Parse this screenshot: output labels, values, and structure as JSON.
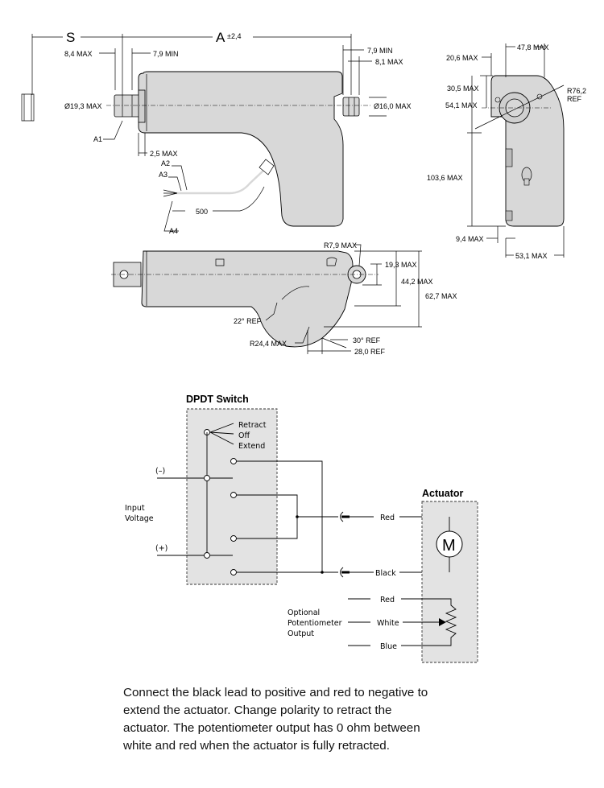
{
  "drawing": {
    "dim_S": "S",
    "dim_A": "A",
    "dim_A_tol": "±2,4",
    "d_8_4_max": "8,4 MAX",
    "d_7_9_min_left": "7,9 MIN",
    "d_7_9_min_right": "7,9 MIN",
    "d_8_1_max": "8,1 MAX",
    "d_dia_19_3": "Ø19,3 MAX",
    "d_dia_16_0": "Ø16,0 MAX",
    "d_2_5_max": "2,5 MAX",
    "label_A1": "A1",
    "label_A2": "A2",
    "label_A3": "A3",
    "label_A4": "A4",
    "d_500": "500",
    "d_20_6_max": "20,6 MAX",
    "d_47_8_max": "47,8 MAX",
    "d_30_5_max": "30,5 MAX",
    "d_54_1_max": "54,1 MAX",
    "d_r76_2": "R76,2",
    "d_ref": "REF",
    "d_103_6_max": "103,6 MAX",
    "d_9_4_max": "9,4 MAX",
    "d_53_1_max": "53,1 MAX",
    "d_r7_9_max": "R7,9 MAX",
    "d_19_3_max": "19,3 MAX",
    "d_44_2_max": "44,2 MAX",
    "d_62_7_max": "62,7 MAX",
    "d_22_ref": "22° REF",
    "d_r24_4_max": "R24,4 MAX",
    "d_30_ref": "30° REF",
    "d_28_0_ref": "28,0 REF"
  },
  "schematic": {
    "switch_title": "DPDT Switch",
    "retract": "Retract",
    "off": "Off",
    "extend": "Extend",
    "minus": "(–)",
    "plus": "(+)",
    "input_line1": "Input",
    "input_line2": "Voltage",
    "actuator_title": "Actuator",
    "motor": "M",
    "red_motor": "Red",
    "black_motor": "Black",
    "red_pot": "Red",
    "white_pot": "White",
    "blue_pot": "Blue",
    "pot_line1": "Optional",
    "pot_line2": "Potentiometer",
    "pot_line3": "Output"
  },
  "description": {
    "line1": "Connect the black lead to positive and red to negative to",
    "line2": "extend the actuator. Change polarity to retract the",
    "line3": "actuator. The potentiometer output has 0 ohm between",
    "line4": "white and red when the actuator is fully retracted."
  }
}
